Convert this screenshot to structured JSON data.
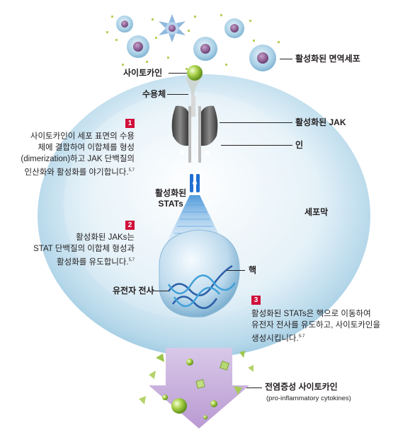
{
  "labels": {
    "activated_immune_cells": "활성화된 면역세포",
    "cytokine": "사이토카인",
    "receptor": "수용체",
    "activated_jak": "활성화된 JAK",
    "phosphate": "인",
    "activated_stats": [
      "활성화된",
      "STATs"
    ],
    "cell_membrane": "세포막",
    "nucleus": "핵",
    "gene_transcription": "유전자 전사",
    "proinflammatory_cytokines": "전염증성 사이토카인",
    "proinflammatory_cytokines_en": "(pro-inflammatory cytokines)"
  },
  "steps": [
    {
      "number": "1",
      "lines": [
        "사이토카인이 세포 표면의 수용",
        "체에 결합하여 이합체를 형성",
        "(dimerization)하고 JAK 단백질의",
        "인산화와 활성화를 야기합니다."
      ],
      "ref": "5,7"
    },
    {
      "number": "2",
      "lines": [
        "활성화된 JAKs는",
        "STAT 단백질의 이합체 형성과",
        "활성화를 유도합니다."
      ],
      "ref": "5,7"
    },
    {
      "number": "3",
      "lines": [
        "활성화된 STATs은 핵으로 이동하여",
        "유전자 전사를 유도하고, 사이토카인을",
        "생성시킵니다."
      ],
      "ref": "5-7"
    }
  ],
  "colors": {
    "badge": "#d0103a",
    "cell": "#cfe6f2",
    "arrow": "#c9b3dc",
    "cytokine_green": "#8fbf3a"
  },
  "icons": [
    "immune-cell-icon",
    "cytokine-ball-icon",
    "receptor-icon",
    "jak-protein-icon",
    "stat-dimer-icon",
    "nucleus-icon",
    "dna-helix-icon",
    "output-arrow-icon",
    "cytokine-particle-icon"
  ]
}
